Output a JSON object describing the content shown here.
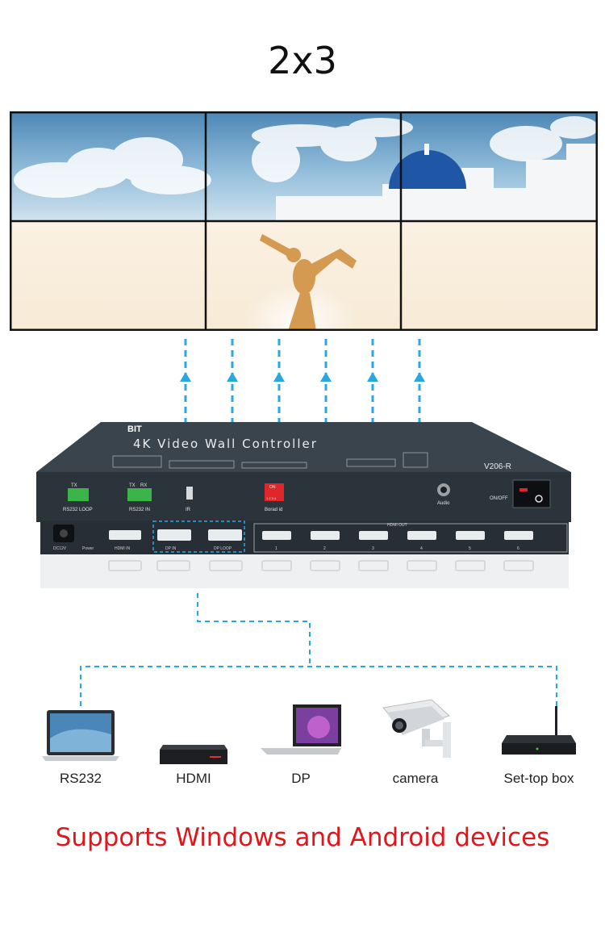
{
  "title": "2x3",
  "device": {
    "brand": "BIT",
    "name": "4K  Video Wall Controller",
    "model": "V206-R",
    "ports_top": [
      "RS232 LOOP",
      "RS232 IN",
      "IR",
      "Borad id",
      "Audio",
      "ON/OFF"
    ],
    "tx": "TX",
    "rx": "RX",
    "dip": "ON",
    "dip_nums": "1 2 3 4",
    "ports_bottom": [
      "DC12V",
      "Power",
      "HDMI IN",
      "DP IN",
      "DP LOOP",
      "HDMI OUT"
    ],
    "out_numbers": [
      "1",
      "2",
      "3",
      "4",
      "5",
      "6"
    ]
  },
  "sources": [
    {
      "label": "RS232",
      "icon": "laptop-icon"
    },
    {
      "label": "HDMI",
      "icon": "player-icon"
    },
    {
      "label": "DP",
      "icon": "macbook-icon"
    },
    {
      "label": "camera",
      "icon": "camera-icon"
    },
    {
      "label": "Set-top box",
      "icon": "settop-box-icon"
    }
  ],
  "tagline": "Supports Windows and Android devices",
  "colors": {
    "accent_line": "#29a8e0",
    "tagline": "#e3151b",
    "device": "#2b333b"
  }
}
